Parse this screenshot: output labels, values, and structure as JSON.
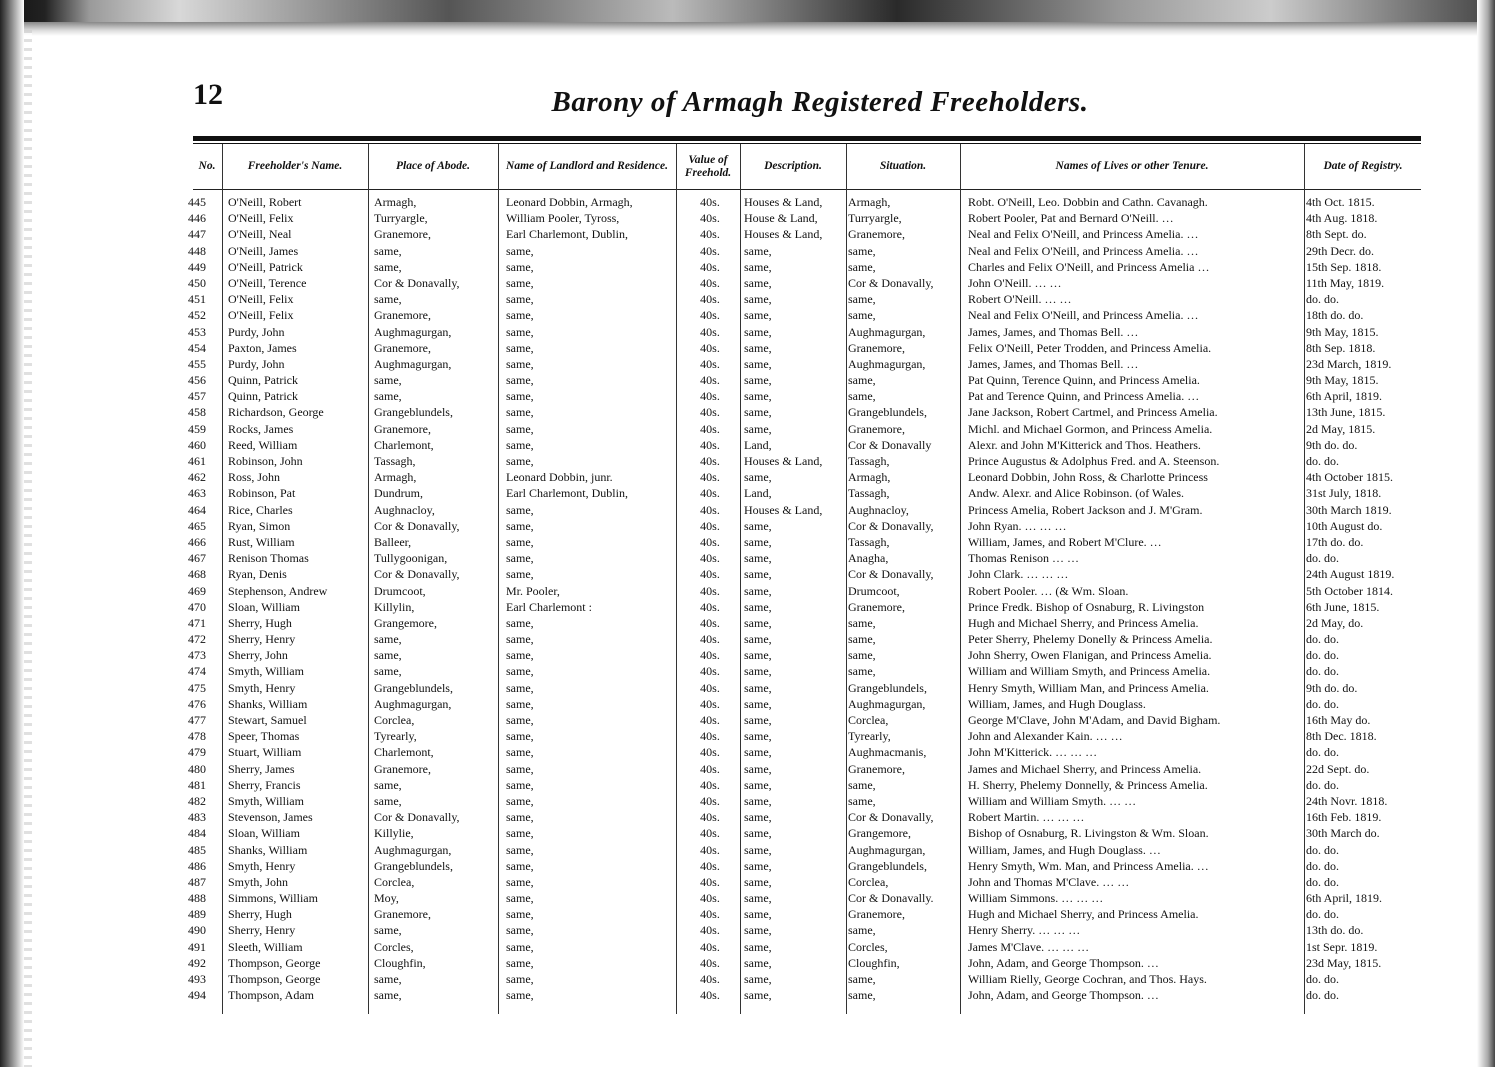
{
  "page": {
    "number": "12",
    "title": "Barony of Armagh Registered Freeholders."
  },
  "columns": {
    "no": "No.",
    "name": "Freeholder's Name.",
    "abode": "Place of Abode.",
    "landlord": "Name of Landlord and Residence.",
    "value": "Value of Freehold.",
    "description": "Description.",
    "situation": "Situation.",
    "lives": "Names of Lives or other Tenure.",
    "date": "Date of Registry."
  },
  "rows": [
    {
      "no": "445",
      "name": "O'Neill, Robert",
      "abode": "Armagh,",
      "landlord": "Leonard Dobbin, Armagh,",
      "value": "40s.",
      "desc": "Houses & Land,",
      "situation": "Armagh,",
      "lives": "Robt. O'Neill, Leo. Dobbin and Cathn. Cavanagh.",
      "date": "4th Oct. 1815."
    },
    {
      "no": "446",
      "name": "O'Neill, Felix",
      "abode": "Turryargle,",
      "landlord": "William Pooler, Tyross,",
      "value": "40s.",
      "desc": "House & Land,",
      "situation": "Turryargle,",
      "lives": "Robert Pooler, Pat and Bernard O'Neill. …",
      "date": "4th Aug. 1818."
    },
    {
      "no": "447",
      "name": "O'Neill, Neal",
      "abode": "Granemore,",
      "landlord": "Earl Charlemont, Dublin,",
      "value": "40s.",
      "desc": "Houses & Land,",
      "situation": "Granemore,",
      "lives": "Neal and Felix O'Neill, and Princess Amelia. …",
      "date": "8th Sept.   do."
    },
    {
      "no": "448",
      "name": "O'Neill, James",
      "abode": "same,",
      "landlord": "same,",
      "value": "40s.",
      "desc": "same,",
      "situation": "same,",
      "lives": "Neal and Felix O'Neill, and Princess Amelia. …",
      "date": "29th Decr. do."
    },
    {
      "no": "449",
      "name": "O'Neill, Patrick",
      "abode": "same,",
      "landlord": "same,",
      "value": "40s.",
      "desc": "same,",
      "situation": "same,",
      "lives": "Charles and Felix O'Neill, and Princess Amelia …",
      "date": "15th Sep. 1818."
    },
    {
      "no": "450",
      "name": "O'Neill, Terence",
      "abode": "Cor & Donavally,",
      "landlord": "same,",
      "value": "40s.",
      "desc": "same,",
      "situation": "Cor & Donavally,",
      "lives": "John O'Neill.                …          …",
      "date": "11th May, 1819."
    },
    {
      "no": "451",
      "name": "O'Neill, Felix",
      "abode": "same,",
      "landlord": "same,",
      "value": "40s.",
      "desc": "same,",
      "situation": "same,",
      "lives": "Robert O'Neill.             …          …",
      "date": "do.     do."
    },
    {
      "no": "452",
      "name": "O'Neill, Felix",
      "abode": "Granemore,",
      "landlord": "same,",
      "value": "40s.",
      "desc": "same,",
      "situation": "same,",
      "lives": "Neal and Felix O'Neill, and Princess Amelia. …",
      "date": "18th do.   do."
    },
    {
      "no": "453",
      "name": "Purdy, John",
      "abode": "Aughmagurgan,",
      "landlord": "same,",
      "value": "40s.",
      "desc": "same,",
      "situation": "Aughmagurgan,",
      "lives": "James, James, and Thomas Bell.                …",
      "date": "9th May, 1815."
    },
    {
      "no": "454",
      "name": "Paxton, James",
      "abode": "Granemore,",
      "landlord": "same,",
      "value": "40s.",
      "desc": "same,",
      "situation": "Granemore,",
      "lives": "Felix O'Neill, Peter Trodden, and Princess Amelia.",
      "date": "8th Sep. 1818."
    },
    {
      "no": "455",
      "name": "Purdy, John",
      "abode": "Aughmagurgan,",
      "landlord": "same,",
      "value": "40s.",
      "desc": "same,",
      "situation": "Aughmagurgan,",
      "lives": "James, James, and Thomas Bell.                …",
      "date": "23d March, 1819."
    },
    {
      "no": "456",
      "name": "Quinn, Patrick",
      "abode": "same,",
      "landlord": "same,",
      "value": "40s.",
      "desc": "same,",
      "situation": "same,",
      "lives": "Pat Quinn, Terence Quinn, and Princess Amelia.",
      "date": "9th May, 1815."
    },
    {
      "no": "457",
      "name": "Quinn, Patrick",
      "abode": "same,",
      "landlord": "same,",
      "value": "40s.",
      "desc": "same,",
      "situation": "same,",
      "lives": "Pat and Terence Quinn, and Princess Amelia. …",
      "date": "6th April, 1819."
    },
    {
      "no": "458",
      "name": "Richardson, George",
      "abode": "Grangeblundels,",
      "landlord": "same,",
      "value": "40s.",
      "desc": "same,",
      "situation": "Grangeblundels,",
      "lives": "Jane Jackson, Robert Cartmel, and Princess Amelia.",
      "date": "13th June, 1815."
    },
    {
      "no": "459",
      "name": "Rocks, James",
      "abode": "Granemore,",
      "landlord": "same,",
      "value": "40s.",
      "desc": "same,",
      "situation": "Granemore,",
      "lives": "Michl. and Michael Gormon, and Princess Amelia.",
      "date": "2d May, 1815."
    },
    {
      "no": "460",
      "name": "Reed, William",
      "abode": "Charlemont,",
      "landlord": "same,",
      "value": "40s.",
      "desc": "Land,",
      "situation": "Cor & Donavally",
      "lives": "Alexr. and John M'Kitterick and Thos. Heathers.",
      "date": "9th do.    do."
    },
    {
      "no": "461",
      "name": "Robinson, John",
      "abode": "Tassagh,",
      "landlord": "same,",
      "value": "40s.",
      "desc": "Houses & Land,",
      "situation": "Tassagh,",
      "lives": "Prince Augustus & Adolphus Fred. and A. Steenson.",
      "date": "do.      do."
    },
    {
      "no": "462",
      "name": "Ross, John",
      "abode": "Armagh,",
      "landlord": "Leonard Dobbin, junr.",
      "value": "40s.",
      "desc": "same,",
      "situation": "Armagh,",
      "lives": "Leonard Dobbin, John Ross, & Charlotte Princess",
      "date": "4th October 1815."
    },
    {
      "no": "463",
      "name": "Robinson, Pat",
      "abode": "Dundrum,",
      "landlord": "Earl Charlemont, Dublin,",
      "value": "40s.",
      "desc": "Land,",
      "situation": "Tassagh,",
      "lives": "Andw. Alexr. and Alice Robinson.     (of Wales.",
      "date": "31st July, 1818."
    },
    {
      "no": "464",
      "name": "Rice, Charles",
      "abode": "Aughnacloy,",
      "landlord": "same,",
      "value": "40s.",
      "desc": "Houses & Land,",
      "situation": "Aughnacloy,",
      "lives": "Princess Amelia, Robert Jackson and J. M'Gram.",
      "date": "30th March 1819."
    },
    {
      "no": "465",
      "name": "Ryan, Simon",
      "abode": "Cor & Donavally,",
      "landlord": "same,",
      "value": "40s.",
      "desc": "same,",
      "situation": "Cor & Donavally,",
      "lives": "John Ryan.          …          …          …",
      "date": "10th August do."
    },
    {
      "no": "466",
      "name": "Rust, William",
      "abode": "Balleer,",
      "landlord": "same,",
      "value": "40s.",
      "desc": "same,",
      "situation": "Tassagh,",
      "lives": "William, James, and Robert M'Clure.          …",
      "date": "17th do.     do."
    },
    {
      "no": "467",
      "name": "Renison Thomas",
      "abode": "Tullygoonigan,",
      "landlord": "same,",
      "value": "40s.",
      "desc": "same,",
      "situation": "Anagha,",
      "lives": "Thomas Renison            …             …",
      "date": "do.      do."
    },
    {
      "no": "468",
      "name": "Ryan, Denis",
      "abode": "Cor & Donavally,",
      "landlord": "same,",
      "value": "40s.",
      "desc": "same,",
      "situation": "Cor & Donavally,",
      "lives": "John Clark.           …          …          …",
      "date": "24th August 1819."
    },
    {
      "no": "469",
      "name": "Stephenson, Andrew",
      "abode": "Drumcoot,",
      "landlord": "Mr. Pooler,",
      "value": "40s.",
      "desc": "same,",
      "situation": "Drumcoot,",
      "lives": "Robert Pooler.       …      (& Wm. Sloan.",
      "date": "5th October 1814."
    },
    {
      "no": "470",
      "name": "Sloan, William",
      "abode": "Killylin,",
      "landlord": "Earl Charlemont :",
      "value": "40s.",
      "desc": "same,",
      "situation": "Granemore,",
      "lives": "Prince Fredk. Bishop of Osnaburg, R. Livingston",
      "date": "6th June, 1815."
    },
    {
      "no": "471",
      "name": "Sherry, Hugh",
      "abode": "Grangemore,",
      "landlord": "same,",
      "value": "40s.",
      "desc": "same,",
      "situation": "same,",
      "lives": "Hugh and Michael Sherry, and Princess Amelia.",
      "date": "2d May,    do."
    },
    {
      "no": "472",
      "name": "Sherry, Henry",
      "abode": "same,",
      "landlord": "same,",
      "value": "40s.",
      "desc": "same,",
      "situation": "same,",
      "lives": "Peter Sherry, Phelemy Donelly & Princess Amelia.",
      "date": "do.       do."
    },
    {
      "no": "473",
      "name": "Sherry, John",
      "abode": "same,",
      "landlord": "same,",
      "value": "40s.",
      "desc": "same,",
      "situation": "same,",
      "lives": "John Sherry, Owen Flanigan, and Princess Amelia.",
      "date": "do.       do."
    },
    {
      "no": "474",
      "name": "Smyth, William",
      "abode": "same,",
      "landlord": "same,",
      "value": "40s.",
      "desc": "same,",
      "situation": "same,",
      "lives": "William and William Smyth, and Princess Amelia.",
      "date": "do.       do."
    },
    {
      "no": "475",
      "name": "Smyth, Henry",
      "abode": "Grangeblundels,",
      "landlord": "same,",
      "value": "40s.",
      "desc": "same,",
      "situation": "Grangeblundels,",
      "lives": "Henry Smyth, William Man, and Princess Amelia.",
      "date": "9th do.     do."
    },
    {
      "no": "476",
      "name": "Shanks, William",
      "abode": "Aughmagurgan,",
      "landlord": "same,",
      "value": "40s.",
      "desc": "same,",
      "situation": "Aughmagurgan,",
      "lives": "William, James, and Hugh Douglass.",
      "date": "do.       do."
    },
    {
      "no": "477",
      "name": "Stewart, Samuel",
      "abode": "Corclea,",
      "landlord": "same,",
      "value": "40s.",
      "desc": "same,",
      "situation": "Corclea,",
      "lives": "George M'Clave, John M'Adam, and David Bigham.",
      "date": "16th May  do."
    },
    {
      "no": "478",
      "name": "Speer, Thomas",
      "abode": "Tyrearly,",
      "landlord": "same,",
      "value": "40s.",
      "desc": "same,",
      "situation": "Tyrearly,",
      "lives": "John and Alexander Kain.           …          …",
      "date": "8th Dec. 1818."
    },
    {
      "no": "479",
      "name": "Stuart, William",
      "abode": "Charlemont,",
      "landlord": "same,",
      "value": "40s.",
      "desc": "same,",
      "situation": "Aughmacmanis,",
      "lives": "John M'Kitterick.       …          …          …",
      "date": "do.       do."
    },
    {
      "no": "480",
      "name": "Sherry, James",
      "abode": "Granemore,",
      "landlord": "same,",
      "value": "40s.",
      "desc": "same,",
      "situation": "Granemore,",
      "lives": "James and Michael Sherry, and Princess Amelia.",
      "date": "22d Sept. do."
    },
    {
      "no": "481",
      "name": "Sherry, Francis",
      "abode": "same,",
      "landlord": "same,",
      "value": "40s.",
      "desc": "same,",
      "situation": "same,",
      "lives": "H. Sherry, Phelemy Donnelly, & Princess Amelia.",
      "date": "do.       do."
    },
    {
      "no": "482",
      "name": "Smyth, William",
      "abode": "same,",
      "landlord": "same,",
      "value": "40s.",
      "desc": "same,",
      "situation": "same,",
      "lives": "William and William Smyth.         …          …",
      "date": "24th Novr. 1818."
    },
    {
      "no": "483",
      "name": "Stevenson, James",
      "abode": "Cor & Donavally,",
      "landlord": "same,",
      "value": "40s.",
      "desc": "same,",
      "situation": "Cor & Donavally,",
      "lives": "Robert Martin.        …          …          …",
      "date": "16th Feb. 1819."
    },
    {
      "no": "484",
      "name": "Sloan, William",
      "abode": "Killylie,",
      "landlord": "same,",
      "value": "40s.",
      "desc": "same,",
      "situation": "Grangemore,",
      "lives": "Bishop of Osnaburg, R. Livingston & Wm. Sloan.",
      "date": "30th March do."
    },
    {
      "no": "485",
      "name": "Shanks, William",
      "abode": "Aughmagurgan,",
      "landlord": "same,",
      "value": "40s.",
      "desc": "same,",
      "situation": "Aughmagurgan,",
      "lives": "William, James, and Hugh Douglass.           …",
      "date": "do.       do."
    },
    {
      "no": "486",
      "name": "Smyth, Henry",
      "abode": "Grangeblundels,",
      "landlord": "same,",
      "value": "40s.",
      "desc": "same,",
      "situation": "Grangeblundels,",
      "lives": "Henry Smyth, Wm. Man, and Princess Amelia. …",
      "date": "do.       do."
    },
    {
      "no": "487",
      "name": "Smyth, John",
      "abode": "Corclea,",
      "landlord": "same,",
      "value": "40s.",
      "desc": "same,",
      "situation": "Corclea,",
      "lives": "John and Thomas M'Clave.          …          …",
      "date": "do.       do."
    },
    {
      "no": "488",
      "name": "Simmons, William",
      "abode": "Moy,",
      "landlord": "same,",
      "value": "40s.",
      "desc": "same,",
      "situation": "Cor & Donavally.",
      "lives": "William Simmons.          …          …          …",
      "date": "6th April, 1819."
    },
    {
      "no": "489",
      "name": "Sherry, Hugh",
      "abode": "Granemore,",
      "landlord": "same,",
      "value": "40s.",
      "desc": "same,",
      "situation": "Granemore,",
      "lives": "Hugh and Michael Sherry, and Princess Amelia.",
      "date": "do.       do."
    },
    {
      "no": "490",
      "name": "Sherry, Henry",
      "abode": "same,",
      "landlord": "same,",
      "value": "40s.",
      "desc": "same,",
      "situation": "same,",
      "lives": "Henry Sherry.        …          …          …",
      "date": "13th do.     do."
    },
    {
      "no": "491",
      "name": "Sleeth, William",
      "abode": "Corcles,",
      "landlord": "same,",
      "value": "40s.",
      "desc": "same,",
      "situation": "Corcles,",
      "lives": "James M'Clave.        …          …          …",
      "date": "1st Sepr. 1819."
    },
    {
      "no": "492",
      "name": "Thompson, George",
      "abode": "Cloughfin,",
      "landlord": "same,",
      "value": "40s.",
      "desc": "same,",
      "situation": "Cloughfin,",
      "lives": "John, Adam, and George Thompson.          …",
      "date": "23d May, 1815."
    },
    {
      "no": "493",
      "name": "Thompson, George",
      "abode": "same,",
      "landlord": "same,",
      "value": "40s.",
      "desc": "same,",
      "situation": "same,",
      "lives": "William Rielly, George Cochran, and Thos. Hays.",
      "date": "do.       do."
    },
    {
      "no": "494",
      "name": "Thompson, Adam",
      "abode": "same,",
      "landlord": "same,",
      "value": "40s.",
      "desc": "same,",
      "situation": "same,",
      "lives": "John, Adam, and George Thompson.          …",
      "date": "do.       do."
    }
  ]
}
